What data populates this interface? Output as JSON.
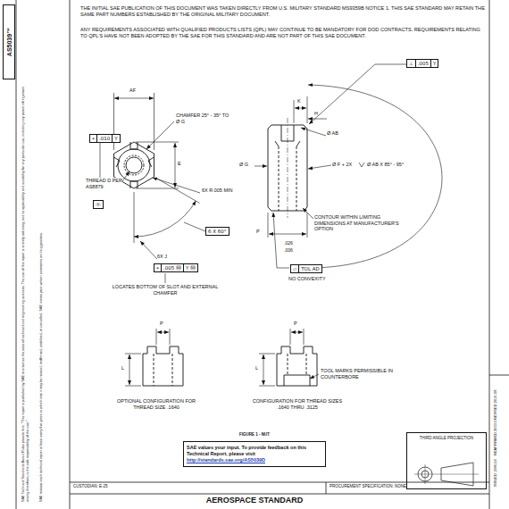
{
  "diagram": {
    "caption": "FIGURE 1 - NUT",
    "nodes": [
      {
        "text": [
          "AS5039™"
        ]
      },
      {
        "text": [
          "⊥",
          ".005",
          "Y"
        ]
      },
      {
        "text": [
          "⌖",
          ".010",
          "Y"
        ]
      },
      {
        "text": [
          "-Y-"
        ]
      },
      {
        "text": [
          "6 X 60°"
        ]
      },
      {
        "text": [
          "⌖",
          ".005 Ⓜ",
          "Y Ⓜ"
        ]
      },
      {
        "text": [
          "▱",
          "TOL AD"
        ]
      },
      {
        "text": [
          "SAE values your input. To provide feedback on this Technical Report, please visit",
          "http://standards.sae.org/AS5039D"
        ]
      },
      {
        "text": [
          "THIRD ANGLE PROJECTION"
        ]
      }
    ],
    "labels": [
      "THE INITIAL SAE PUBLICATION OF THIS DOCUMENT WAS TAKEN DIRECTLY FROM U.S. MILITARY STANDARD MS9359B NOTICE 1. THIS SAE STANDARD MAY RETAIN THE SAME PART NUMBERS ESTABLISHED BY THE ORIGINAL MILITARY DOCUMENT.",
      "ANY REQUIREMENTS ASSOCIATED WITH QUALIFIED PRODUCTS LISTS (QPL) MAY CONTINUE TO BE MANDATORY FOR DOD CONTRACTS. REQUIREMENTS RELATING TO QPL'S HAVE NOT BEEN ADOPTED BY THE SAE FOR THIS STANDARD AND ARE NOT PART OF THIS SAE DOCUMENT.",
      "CHAMFER 25° - 35° TO Ø G",
      "AF",
      "E",
      "THREAD D PER AS8879",
      "6X R.005 MIN",
      "6X J",
      "LOCATES BOTTOM OF SLOT AND EXTERNAL CHAMFER",
      "K",
      "H",
      "Ø AB",
      "Ø G",
      "Ø F + 2X",
      "Ø AB X 85° - 95°",
      "CONTOUR WITHIN LIMITING DIMENSIONS AT MANUFACTURER'S OPTION",
      "P",
      ".026",
      ".006",
      "NO CONVEXITY",
      "P",
      "L",
      "P",
      "L",
      "TOOL MARKS PERMISSIBLE IN COUNTERBORE",
      "OPTIONAL CONFIGURATION FOR THREAD SIZE .1640",
      "CONFIGURATION FOR THREAD SIZES .1640 THRU .3125",
      "CUSTODIAN: E-25",
      "PROCUREMENT SPECIFICATION: NONE",
      "AEROSPACE STANDARD",
      "SAE Technical Standards Board Rules provide that: \"This report is published by SAE to advance the state of technical and engineering sciences. The use of this report is entirely voluntary, and its applicability and suitability for any particular use, including any patent infringement arising therefrom, is the sole responsibility of the user.\"",
      "SAE reviews each technical report at least every five years at which time it may be revised, reaffirmed, stabilized, or cancelled. SAE invites your written comments and suggestions.",
      "ISSUED 1986-04",
      "REAFFIRMED 2003-07",
      "REVISED 2016-08"
    ]
  }
}
